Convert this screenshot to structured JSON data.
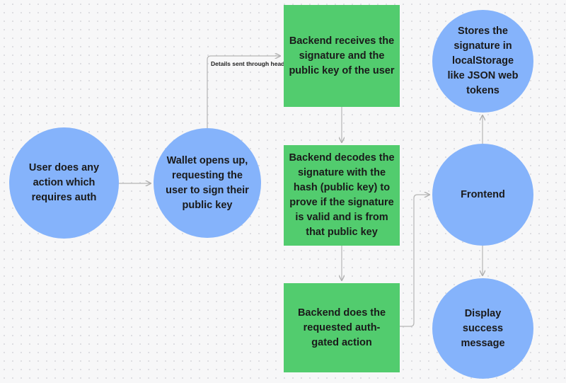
{
  "diagram": {
    "nodes": {
      "user_action": {
        "text": "User does any action which requires auth"
      },
      "wallet_opens": {
        "text": "Wallet opens up, requesting the user to sign their public key"
      },
      "backend_receives": {
        "text": "Backend receives the signature and the public key of the user"
      },
      "backend_decodes": {
        "text": "Backend decodes the signature with the hash (public key) to prove if the signature is valid and is from that public key"
      },
      "backend_action": {
        "text": "Backend does the requested auth-gated action"
      },
      "frontend": {
        "text": "Frontend"
      },
      "stores_signature": {
        "text": "Stores the signature in localStorage like JSON web tokens"
      },
      "display_success": {
        "text": "Display success message"
      }
    },
    "edge_labels": {
      "wallet_to_backend": "Details sent through headers"
    },
    "colors": {
      "circle_fill": "#85b3fb",
      "rect_fill": "#52cc6e",
      "connector": "#b5b5b5"
    }
  }
}
